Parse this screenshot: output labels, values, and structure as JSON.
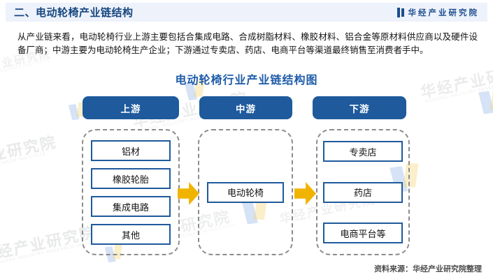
{
  "header": {
    "title": "二、电动轮椅产业链结构",
    "brand": "华经产业研究院"
  },
  "intro": {
    "text": "从产业链来看，电动轮椅行业上游主要包括合集成电路、合成树脂材料、橡胶材料、铝合金等原材料供应商以及硬件设备厂商；中游主要为电动轮椅生产企业；下游通过专卖店、药店、电商平台等渠道最终销售至消费者手中。"
  },
  "diagram": {
    "title": "电动轮椅行业产业链结构图",
    "columns": [
      {
        "stage": "上游",
        "items": [
          "铝材",
          "橡胶轮胎",
          "集成电路",
          "其他"
        ]
      },
      {
        "stage": "中游",
        "items": [
          "电动轮椅"
        ]
      },
      {
        "stage": "下游",
        "items": [
          "专卖店",
          "药店",
          "电商平台等"
        ]
      }
    ]
  },
  "source": {
    "text": "资料来源：华经产业研究院整理"
  },
  "watermark": {
    "cn": "华经产业研究院",
    "cn_partial_1": "产业研究院",
    "cn_partial_2": "经产业研究院",
    "cn_partial_3": "研究院",
    "en": "HUAJING INDUSTRY RESEARCH INSTITUTE",
    "en_partial": "RESEARCH INSTITUTE"
  },
  "colors": {
    "header_bg": "#EDF2FB",
    "header_navy": "#17477F",
    "title_blue": "#1F5CA9",
    "accent_blue": "#1E5A9C",
    "dashed_gray": "#8C8C8C",
    "arrow_gold": "#F0B400"
  }
}
